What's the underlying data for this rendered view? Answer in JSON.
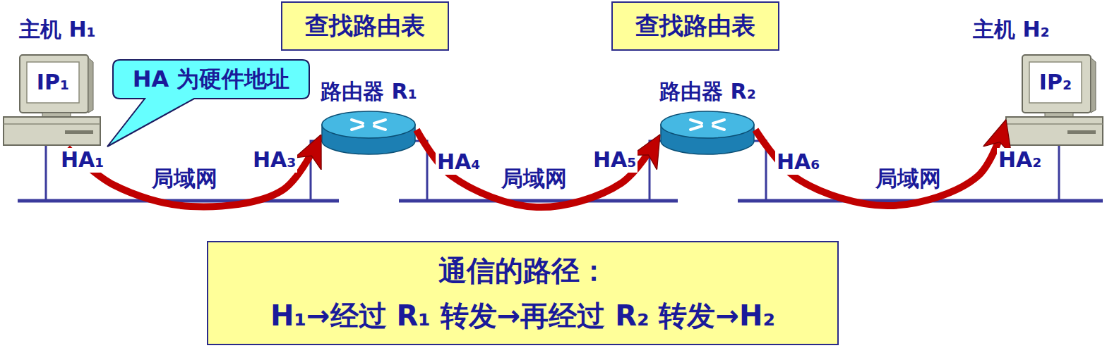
{
  "diagram": {
    "nodes": [
      {
        "text": [
          "主机 H₁",
          "IP₁"
        ]
      },
      {
        "text": [
          "HA 为硬件地址"
        ]
      },
      {
        "text": [
          "查找路由表"
        ]
      },
      {
        "text": [
          "路由器 R₁"
        ]
      },
      {
        "text": [
          "查找路由表"
        ]
      },
      {
        "text": [
          "路由器 R₂"
        ]
      },
      {
        "text": [
          "主机 H₂",
          "IP₂"
        ]
      },
      {
        "text": [
          "通信的路径：",
          "H₁→经过 R₁ 转发→再经过 R₂ 转发→H₂"
        ]
      }
    ],
    "edges": [
      {
        "from": 0,
        "to": 3,
        "arrow": "to"
      },
      {
        "from": 3,
        "to": 5,
        "arrow": "to"
      },
      {
        "from": 5,
        "to": 6,
        "arrow": "to"
      }
    ],
    "labels": [
      "HA₁",
      "局域网",
      "HA₃",
      "HA₄",
      "局域网",
      "HA₅",
      "HA₆",
      "局域网",
      "HA₂"
    ]
  }
}
